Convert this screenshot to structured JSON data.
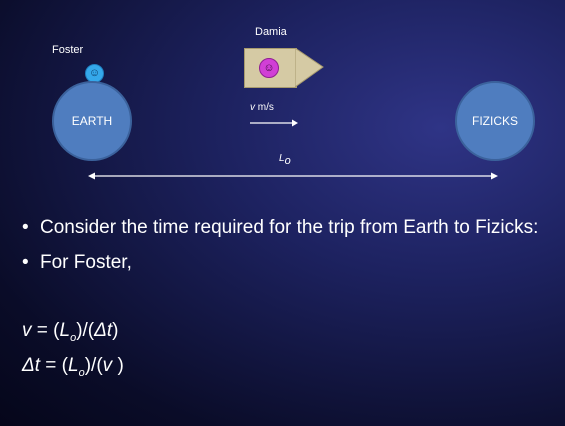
{
  "diagram": {
    "foster_label": "Foster",
    "damia_label": "Damia",
    "earth_label": "EARTH",
    "planet_label": "FIZICKS",
    "speed_var": "v",
    "speed_unit": " m/s",
    "distance_var": "L",
    "distance_sub": "o",
    "smiley_glyph": "☺"
  },
  "bullets": [
    "Consider the time required for the trip from Earth to Fizicks:",
    "For Foster,"
  ],
  "equations": {
    "eq1": {
      "lhs": "v",
      "eq": " = (",
      "var": "L",
      "sub": "o",
      "mid": ")/(",
      "den": "Δt",
      "end": ")"
    },
    "eq2": {
      "lhs": "Δt",
      "eq": " = (",
      "var": "L",
      "sub": "o",
      "mid": ")/(",
      "den": "v ",
      "end": ")"
    }
  },
  "colors": {
    "planet": "#4f7dbf",
    "ship": "#d5caa4",
    "foster_face": "#35a8ea",
    "damia_face": "#d13fd6"
  }
}
